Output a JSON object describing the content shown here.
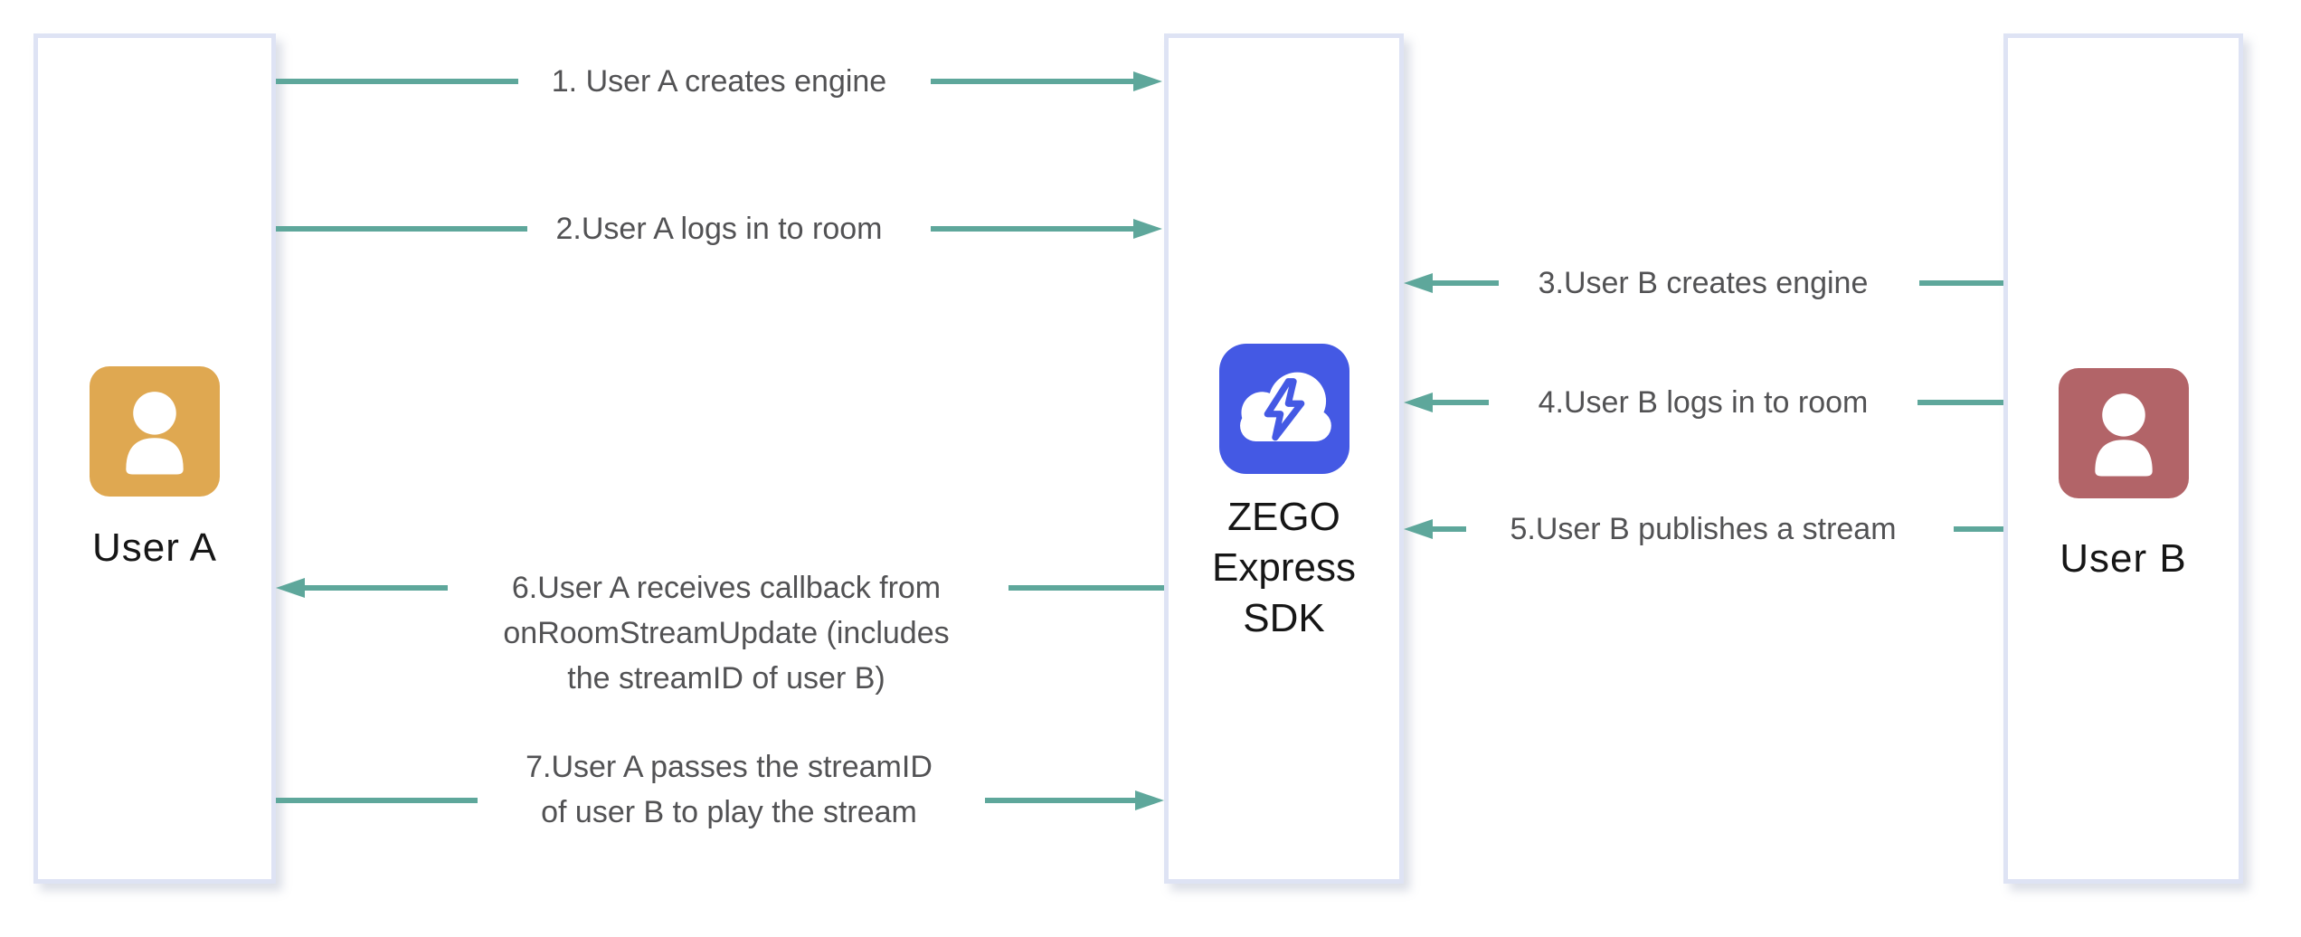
{
  "diagram_title": "ZEGO Express SDK publish/play stream sequence",
  "actors": [
    {
      "id": "user-a",
      "name": "User A",
      "icon": "person-icon",
      "color": "#DFA851"
    },
    {
      "id": "sdk",
      "name": "ZEGO Express SDK",
      "name_lines": [
        "ZEGO",
        "Express",
        "SDK"
      ],
      "icon": "cloud-lightning-icon",
      "color": "#4459E4"
    },
    {
      "id": "user-b",
      "name": "User B",
      "icon": "person-icon",
      "color": "#B26468"
    }
  ],
  "messages": [
    {
      "id": 1,
      "label": "1. User A creates engine",
      "from": "user-a",
      "to": "sdk",
      "direction": "right"
    },
    {
      "id": 2,
      "label": "2.User A logs in to room",
      "from": "user-a",
      "to": "sdk",
      "direction": "right"
    },
    {
      "id": 3,
      "label": "3.User B creates engine",
      "from": "user-b",
      "to": "sdk",
      "direction": "left"
    },
    {
      "id": 4,
      "label": "4.User B logs in to room",
      "from": "user-b",
      "to": "sdk",
      "direction": "left"
    },
    {
      "id": 5,
      "label": "5.User B publishes a stream",
      "from": "user-b",
      "to": "sdk",
      "direction": "left"
    },
    {
      "id": 6,
      "lines": [
        "6.User A receives callback from",
        "onRoomStreamUpdate (includes",
        "the streamID of user B)"
      ],
      "from": "sdk",
      "to": "user-a",
      "direction": "left"
    },
    {
      "id": 7,
      "lines": [
        "7.User A passes the streamID",
        "of user B to play the stream"
      ],
      "from": "user-a",
      "to": "sdk",
      "direction": "right"
    }
  ],
  "theme": {
    "arrow": "#5EA79B",
    "box-border": "#DEE3F4",
    "label-gray": "#525254",
    "name-black": "#161616",
    "avatar-a": "#DFA851",
    "avatar-b": "#B26468",
    "sdk-blue": "#4459E4",
    "bg": "#FFFFFF"
  }
}
